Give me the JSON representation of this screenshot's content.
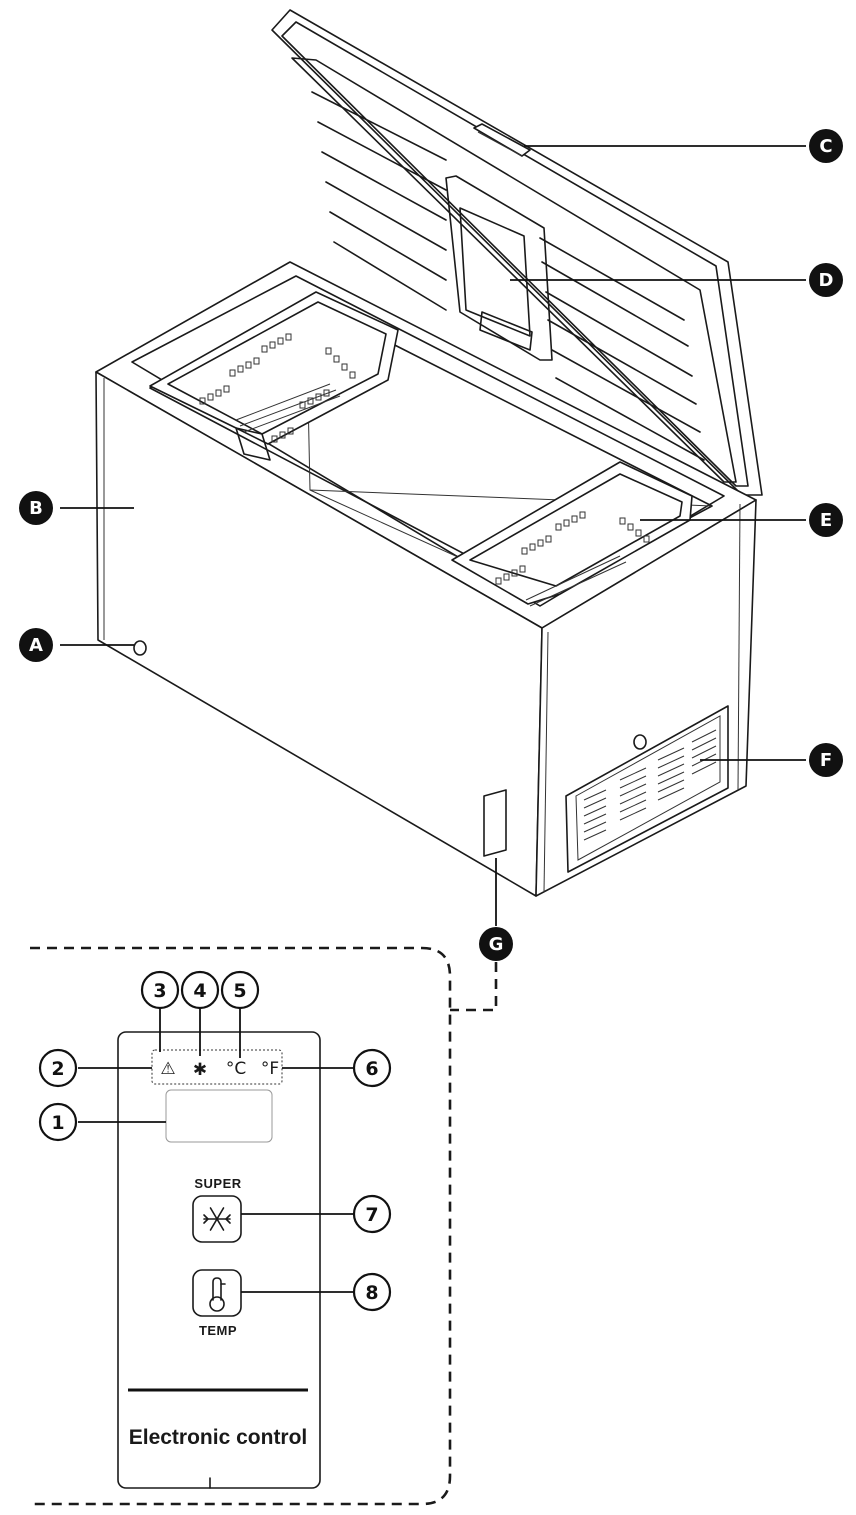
{
  "callouts": {
    "A": "A",
    "B": "B",
    "C": "C",
    "D": "D",
    "E": "E",
    "F": "F",
    "G": "G"
  },
  "control_numbers": [
    "1",
    "2",
    "3",
    "4",
    "5",
    "6",
    "7",
    "8"
  ],
  "indicators": {
    "warning_glyph": "⚠",
    "snowflake_glyph": "✱",
    "celsius": "°C",
    "fahrenheit": "°F"
  },
  "buttons": {
    "super_label": "SUPER",
    "temp_label": "TEMP"
  },
  "panel_title": "Electronic control",
  "colors": {
    "line": "#1a1a1a",
    "badge": "#111111",
    "background": "#ffffff"
  },
  "icons": [
    "warning-icon",
    "snowflake-icon",
    "thermometer-icon"
  ]
}
